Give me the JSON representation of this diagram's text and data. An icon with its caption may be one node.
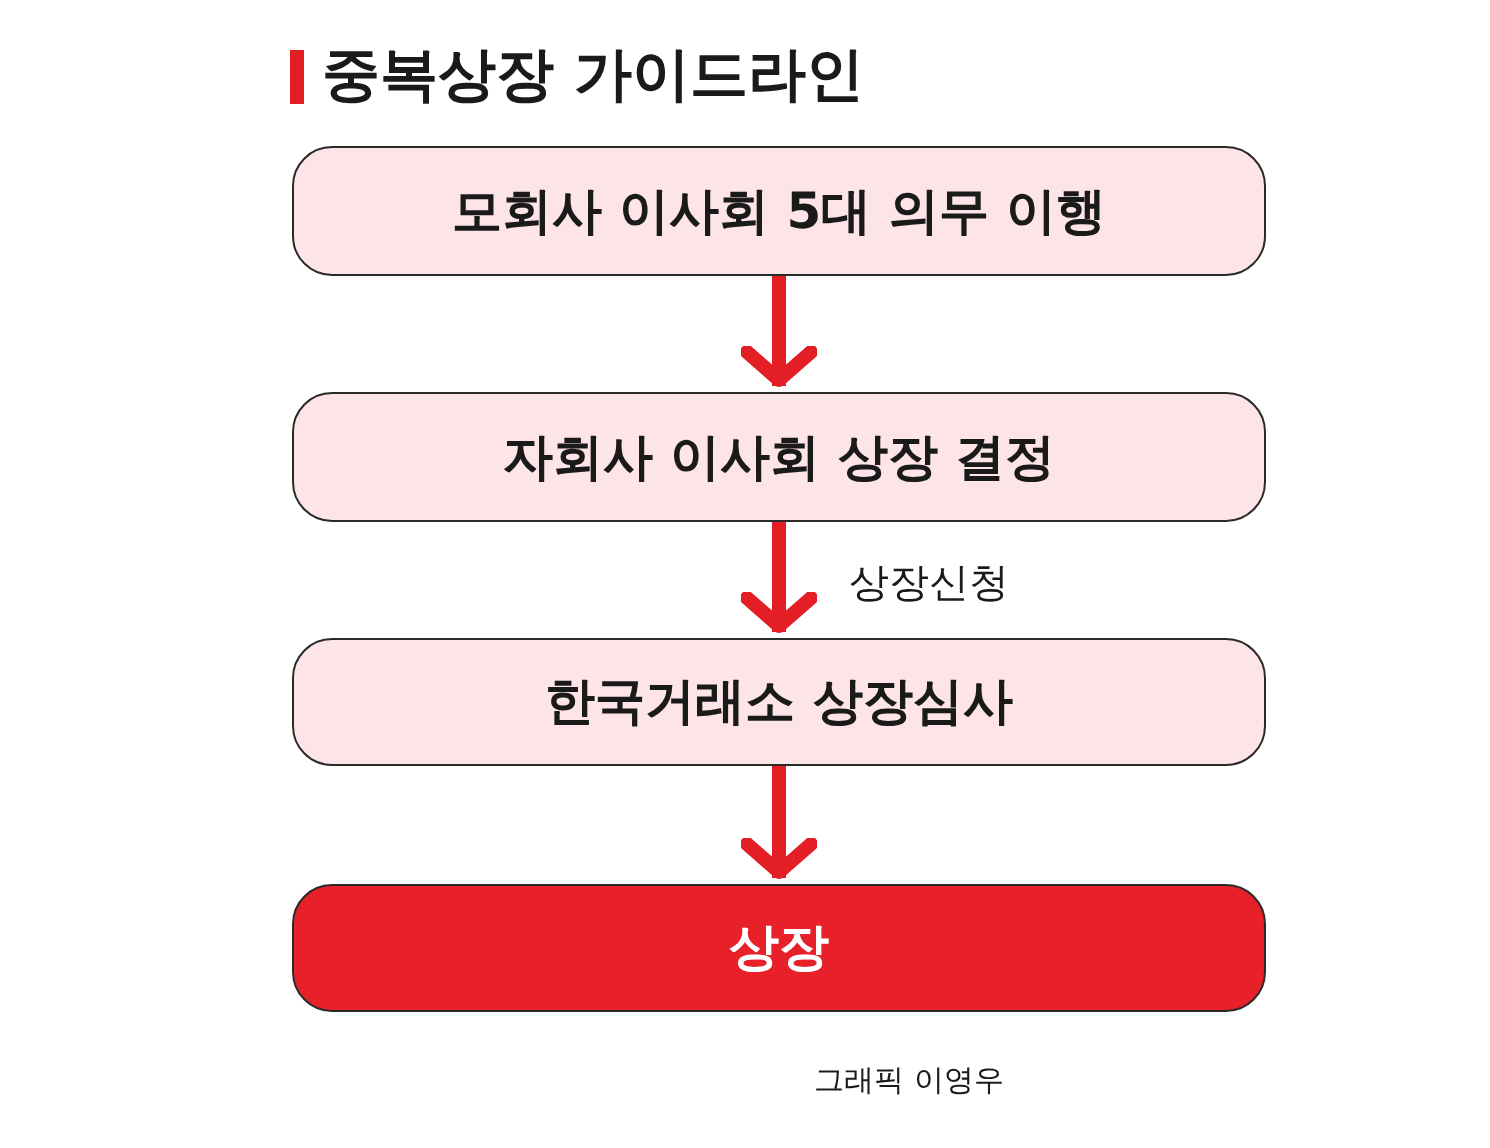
{
  "diagram": {
    "title": "중복상장 가이드라인",
    "nodes": [
      {
        "text": [
          "모회사 이사회 5대 의무 이행"
        ]
      },
      {
        "text": [
          "자회사 이사회 상장 결정"
        ]
      },
      {
        "text": [
          "한국거래소 상장심사"
        ]
      },
      {
        "text": [
          "상장"
        ]
      }
    ],
    "edges": [
      {
        "from": 0,
        "to": 1,
        "arrow": "to"
      },
      {
        "from": 1,
        "to": 2,
        "arrow": "to",
        "label": "상장신청"
      },
      {
        "from": 2,
        "to": 3,
        "arrow": "to"
      }
    ],
    "labels": [
      "그래픽 이영우"
    ]
  }
}
